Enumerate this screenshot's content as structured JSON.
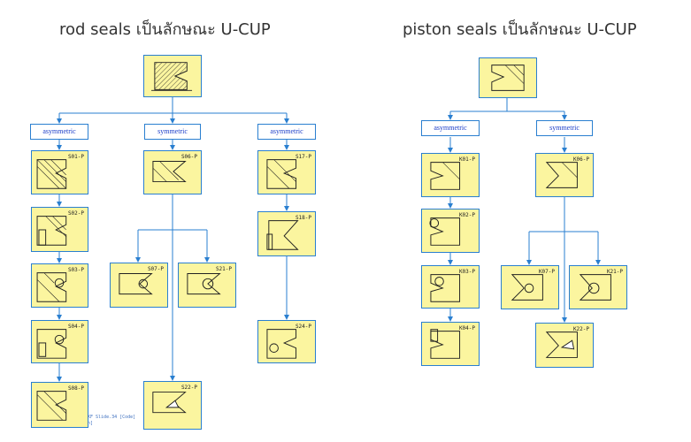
{
  "titles": {
    "rod": "rod seals เป็นลักษณะ U-CUP",
    "piston": "piston seals เป็นลักษณะ U-CUP"
  },
  "rod": {
    "branches": [
      "asymmetric",
      "symmetric",
      "asymmetric"
    ],
    "codes": [
      "S01-P",
      "S02-P",
      "S03-P",
      "S04-P",
      "S08-P",
      "S06-P",
      "S07-P",
      "S21-P",
      "S22-P",
      "S17-P",
      "S18-P",
      "S24-P"
    ]
  },
  "piston": {
    "branches": [
      "asymmetric",
      "symmetric"
    ],
    "codes": [
      "K01-P",
      "K02-P",
      "K03-P",
      "K04-P",
      "K06-P",
      "K07-P",
      "K21-P",
      "K22-P"
    ]
  },
  "watermark": {
    "line1": "KF Slide.34 [Code]",
    "line2": "n]"
  },
  "colors": {
    "box_fill": "#fbf59f",
    "line": "#2a7fd0",
    "tag_text": "#1a3cc8"
  }
}
